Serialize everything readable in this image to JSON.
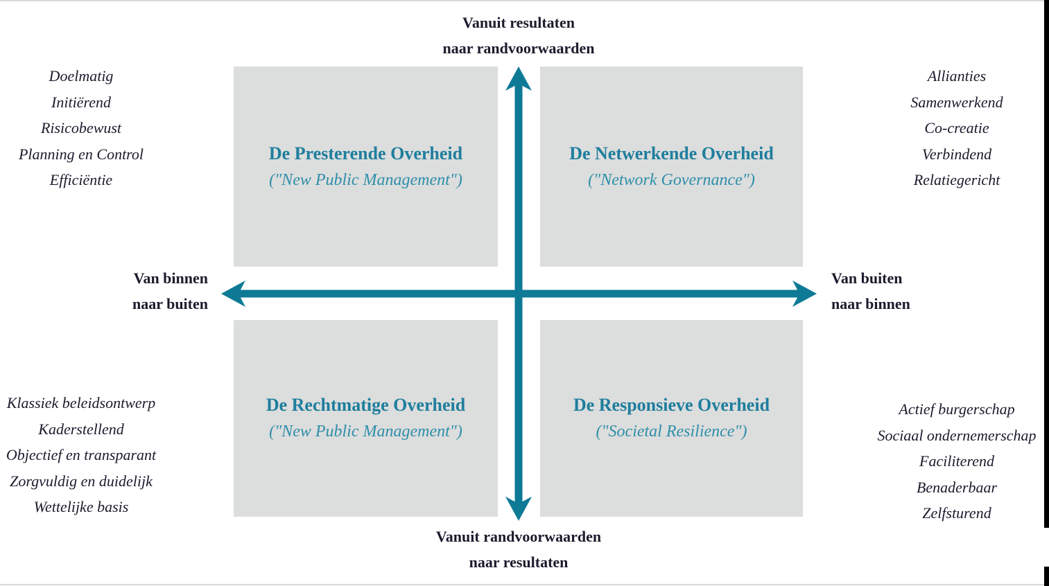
{
  "axes": {
    "top": {
      "line1": "Vanuit resultaten",
      "line2": "naar randvoorwaarden"
    },
    "bottom": {
      "line1": "Vanuit randvoorwaarden",
      "line2": "naar resultaten"
    },
    "left": {
      "line1": "Van binnen",
      "line2": "naar buiten"
    },
    "right": {
      "line1": "Van buiten",
      "line2": "naar binnen"
    }
  },
  "quadrants": [
    {
      "position": "top-left",
      "title": "De Presterende Overheid",
      "subtitle": "(\"New Public Management\")"
    },
    {
      "position": "top-right",
      "title": "De Netwerkende Overheid",
      "subtitle": "(\"Network Governance\")"
    },
    {
      "position": "bottom-left",
      "title": "De Rechtmatige Overheid",
      "subtitle": "(\"New Public Management\")"
    },
    {
      "position": "bottom-right",
      "title": "De Responsieve Overheid",
      "subtitle": "(\"Societal Resilience\")"
    }
  ],
  "side_lists": {
    "top_left": [
      "Doelmatig",
      "Initiërend",
      "Risicobewust",
      "Planning en Control",
      "Efficiëntie"
    ],
    "top_right": [
      "Allianties",
      "Samenwerkend",
      "Co-creatie",
      "Verbindend",
      "Relatiegericht"
    ],
    "bottom_left": [
      "Klassiek beleidsontwerp",
      "Kaderstellend",
      "Objectief en transparant",
      "Zorgvuldig en duidelijk",
      "Wettelijke basis"
    ],
    "bottom_right": [
      "Actief burgerschap",
      "Sociaal ondernemerschap",
      "Faciliterend",
      "Benaderbaar",
      "Zelfsturend"
    ]
  },
  "colors": {
    "arrow": "#0e7a96",
    "quadrant_background": "#dcdddd",
    "quadrant_title": "#1e7e9d",
    "quadrant_subtitle": "#2e8fa9",
    "dark_text": "#1b1b2d"
  }
}
